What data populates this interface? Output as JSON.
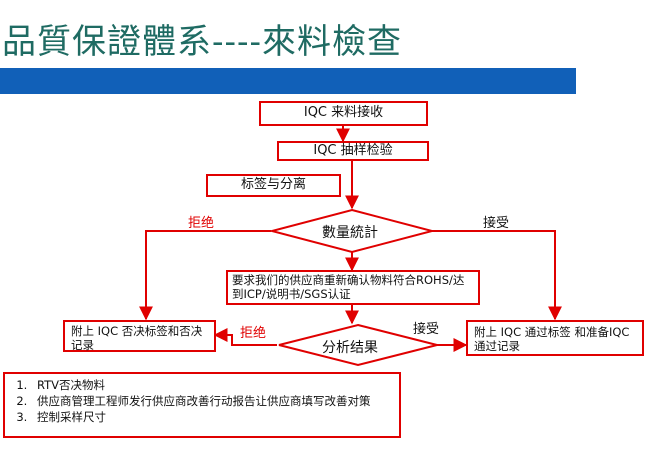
{
  "header": {
    "title": "品質保證體系----來料檢查"
  },
  "flow": {
    "step_receive": "IQC 来料接收",
    "step_sample": "IQC 抽样检验",
    "step_label": "标签与分离",
    "decision_count": "數量統計",
    "step_rohs": "要求我们的供应商重新确认物料符合ROHS/达到ICP/说明书/SGS认证",
    "decision_analyze": "分析结果",
    "box_reject": "附上 IQC 否决标签和否决记录",
    "box_accept": "附上 IQC 通过标签 和准备IQC 通过记录",
    "label_reject_1": "拒绝",
    "label_accept_1": "接受",
    "label_reject_2": "拒绝",
    "label_accept_2": "接受"
  },
  "notes": {
    "items": [
      "RTV否决物料",
      "供应商管理工程师发行供应商改善行动报告让供应商填写改善对策",
      "控制采样尺寸"
    ]
  },
  "colors": {
    "title": "#1f6b63",
    "band": "#1160b8",
    "border": "#e00000",
    "reject_label": "#e00000"
  }
}
